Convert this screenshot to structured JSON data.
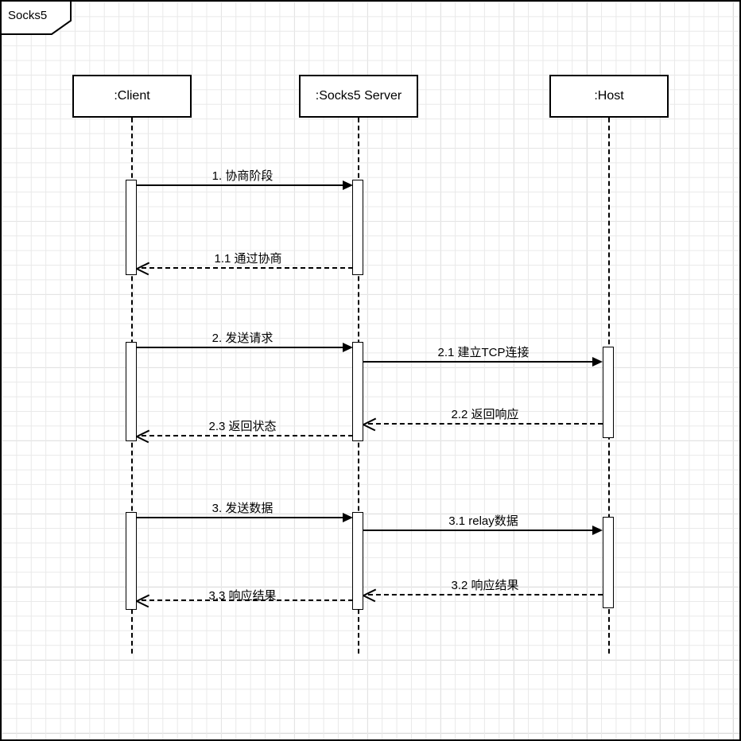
{
  "diagram": {
    "type": "uml-sequence-diagram",
    "frame_label": "Socks5",
    "actors": [
      {
        "id": "client",
        "label": ":Client"
      },
      {
        "id": "server",
        "label": ":Socks5 Server"
      },
      {
        "id": "host",
        "label": ":Host"
      }
    ],
    "messages": [
      {
        "id": "m1",
        "label": "1. 协商阶段",
        "from": "client",
        "to": "server",
        "style": "solid",
        "direction": "right"
      },
      {
        "id": "m1_1",
        "label": "1.1 通过协商",
        "from": "server",
        "to": "client",
        "style": "dashed",
        "direction": "left"
      },
      {
        "id": "m2",
        "label": "2. 发送请求",
        "from": "client",
        "to": "server",
        "style": "solid",
        "direction": "right"
      },
      {
        "id": "m2_1",
        "label": "2.1 建立TCP连接",
        "from": "server",
        "to": "host",
        "style": "solid",
        "direction": "right"
      },
      {
        "id": "m2_2",
        "label": "2.2 返回响应",
        "from": "host",
        "to": "server",
        "style": "dashed",
        "direction": "left"
      },
      {
        "id": "m2_3",
        "label": "2.3 返回状态",
        "from": "server",
        "to": "client",
        "style": "dashed",
        "direction": "left"
      },
      {
        "id": "m3",
        "label": "3. 发送数据",
        "from": "client",
        "to": "server",
        "style": "solid",
        "direction": "right"
      },
      {
        "id": "m3_1",
        "label": "3.1 relay数据",
        "from": "server",
        "to": "host",
        "style": "solid",
        "direction": "right"
      },
      {
        "id": "m3_2",
        "label": "3.2 响应结果",
        "from": "host",
        "to": "server",
        "style": "dashed",
        "direction": "left"
      },
      {
        "id": "m3_3",
        "label": "3.3 响应结果",
        "from": "server",
        "to": "client",
        "style": "dashed",
        "direction": "left"
      }
    ],
    "colors": {
      "stroke": "#000000",
      "fill": "#ffffff",
      "grid_minor": "#e9e9e9",
      "grid_major": "#cfcfcf"
    }
  }
}
